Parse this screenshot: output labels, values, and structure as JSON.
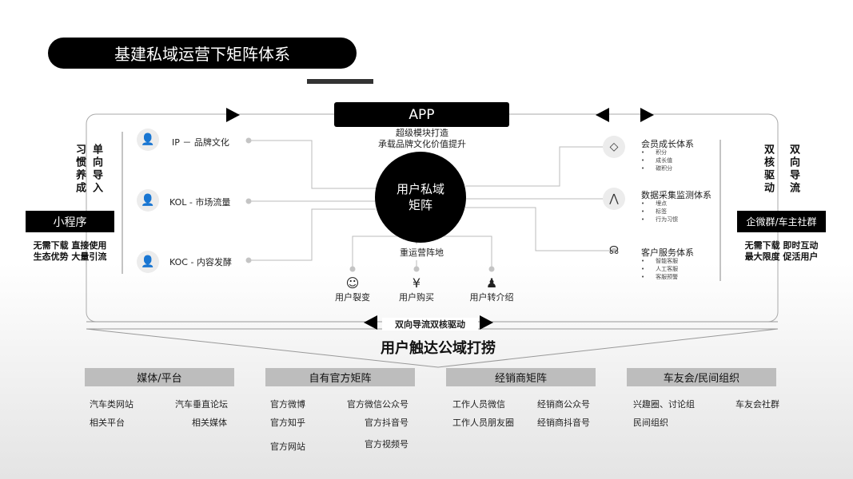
{
  "title": "基建私域运营下矩阵体系",
  "app": {
    "label": "APP",
    "sub1": "超级模块打造",
    "sub2": "承载品牌文化价值提升"
  },
  "center": {
    "line1": "用户私域",
    "line2": "矩阵",
    "base": "重运营阵地"
  },
  "left": {
    "col1": "习惯养成",
    "col2": "单向导入",
    "box": "小程序",
    "desc1": "无需下载 直接使用",
    "desc2": "生态优势 大量引流",
    "items": [
      {
        "icon": "user-icon",
        "label": "IP － 品牌文化"
      },
      {
        "icon": "user-tie-icon",
        "label": "KOL - 市场流量"
      },
      {
        "icon": "user-tie-icon",
        "label": "KOC - 内容发酵"
      }
    ]
  },
  "right": {
    "col1": "双核驱动",
    "col2": "双向导流",
    "box": "企微群/车主社群",
    "desc1": "无需下载 即时互动",
    "desc2": "最大限度 促活用户",
    "items": [
      {
        "icon": "diamond-icon",
        "title": "会员成长体系",
        "bullets": [
          "积分",
          "成长值",
          "碳积分"
        ]
      },
      {
        "icon": "network-icon",
        "title": "数据采集监测体系",
        "bullets": [
          "埋点",
          "标签",
          "行为习惯"
        ]
      },
      {
        "icon": "headset-icon",
        "title": "客户服务体系",
        "bullets": [
          "智能客服",
          "人工客服",
          "客服预警"
        ]
      }
    ]
  },
  "bottom_icons": [
    {
      "icon": "users-icon",
      "glyph": "☺",
      "label": "用户裂变"
    },
    {
      "icon": "yen-icon",
      "glyph": "¥",
      "label": "用户购买"
    },
    {
      "icon": "user-referral-icon",
      "glyph": "♟",
      "label": "用户转介绍"
    }
  ],
  "drive": "双向导流双核驱动",
  "funnel": "用户触达公域打捞",
  "categories": [
    {
      "label": "媒体/平台",
      "items": [
        "汽车类网站",
        "汽车垂直论坛",
        "相关平台",
        "相关媒体"
      ]
    },
    {
      "label": "自有官方矩阵",
      "items": [
        "官方微博",
        "官方微信公众号",
        "官方知乎",
        "官方抖音号",
        "官方网站",
        "官方视频号"
      ]
    },
    {
      "label": "经销商矩阵",
      "items": [
        "工作人员微信",
        "经销商公众号",
        "工作人员朋友圈",
        "经销商抖音号"
      ]
    },
    {
      "label": "车友会/民间组织",
      "items": [
        "兴趣圈、讨论组",
        "车友会社群",
        "民间组织"
      ]
    }
  ]
}
